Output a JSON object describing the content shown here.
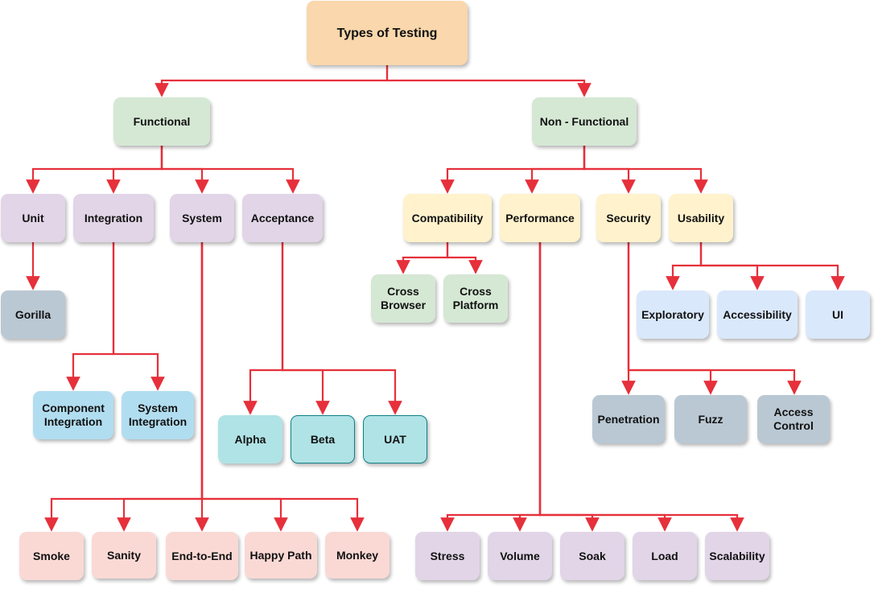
{
  "diagram": {
    "root": "Types of Testing",
    "functional": {
      "label": "Functional",
      "unit": "Unit",
      "gorilla": "Gorilla",
      "integration": "Integration",
      "component_integration": "Component Integration",
      "system_integration": "System Integration",
      "system": "System",
      "acceptance": "Acceptance",
      "alpha": "Alpha",
      "beta": "Beta",
      "uat": "UAT",
      "smoke": "Smoke",
      "sanity": "Sanity",
      "end_to_end": "End-to-End",
      "happy_path": "Happy Path",
      "monkey": "Monkey"
    },
    "non_functional": {
      "label": "Non - Functional",
      "compatibility": "Compatibility",
      "cross_browser": "Cross Browser",
      "cross_platform": "Cross Platform",
      "performance": "Performance",
      "stress": "Stress",
      "volume": "Volume",
      "soak": "Soak",
      "load": "Load",
      "scalability": "Scalability",
      "security": "Security",
      "penetration": "Penetration",
      "fuzz": "Fuzz",
      "access_control": "Access Control",
      "usability": "Usability",
      "exploratory": "Exploratory",
      "accessibility": "Accessibility",
      "ui": "UI"
    },
    "colors": {
      "connector": "#e6303b",
      "root": "#fad7ac",
      "category": "#d5e8d4",
      "functional_type": "#e1d5e7",
      "non_functional_type": "#fff2cc",
      "leaf_gray": "#bac8d3",
      "leaf_sky": "#b1ddf0",
      "leaf_blue": "#dae8fc",
      "leaf_teal": "#b0e3e6",
      "leaf_pink": "#fad9d5"
    }
  }
}
